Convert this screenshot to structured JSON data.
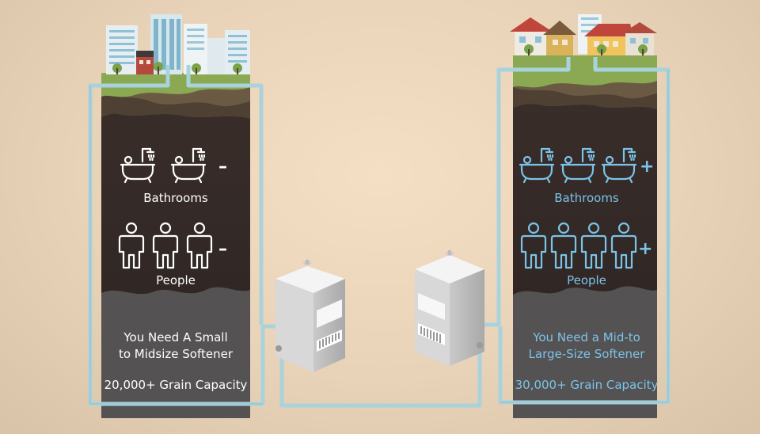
{
  "left": {
    "bathrooms_label": "Bathrooms",
    "bathrooms_sign": "–",
    "people_label": "People",
    "people_sign": "–",
    "recommendation_line1": "You Need A Small",
    "recommendation_line2": "to Midsize Softener",
    "capacity": "20,000+ Grain Capacity",
    "icon_color": "#ffffff",
    "bathroom_count": 2,
    "people_count": 3
  },
  "right": {
    "bathrooms_label": "Bathrooms",
    "bathrooms_sign": "+",
    "people_label": "People",
    "people_sign": "+",
    "recommendation_line1": "You Need a Mid-to",
    "recommendation_line2": "Large-Size Softener",
    "capacity": "30,000+ Grain Capacity",
    "icon_color": "#7cc3e8",
    "bathroom_count": 3,
    "people_count": 4
  },
  "colors": {
    "background": "#ecd7bd",
    "soil_dark": "#2f2624",
    "soil_rock": "#545252",
    "grass": "#8aa952",
    "dirt": "#6b5a43",
    "pipe": "#a9d3dc",
    "softener_body": "#eaeaea"
  }
}
